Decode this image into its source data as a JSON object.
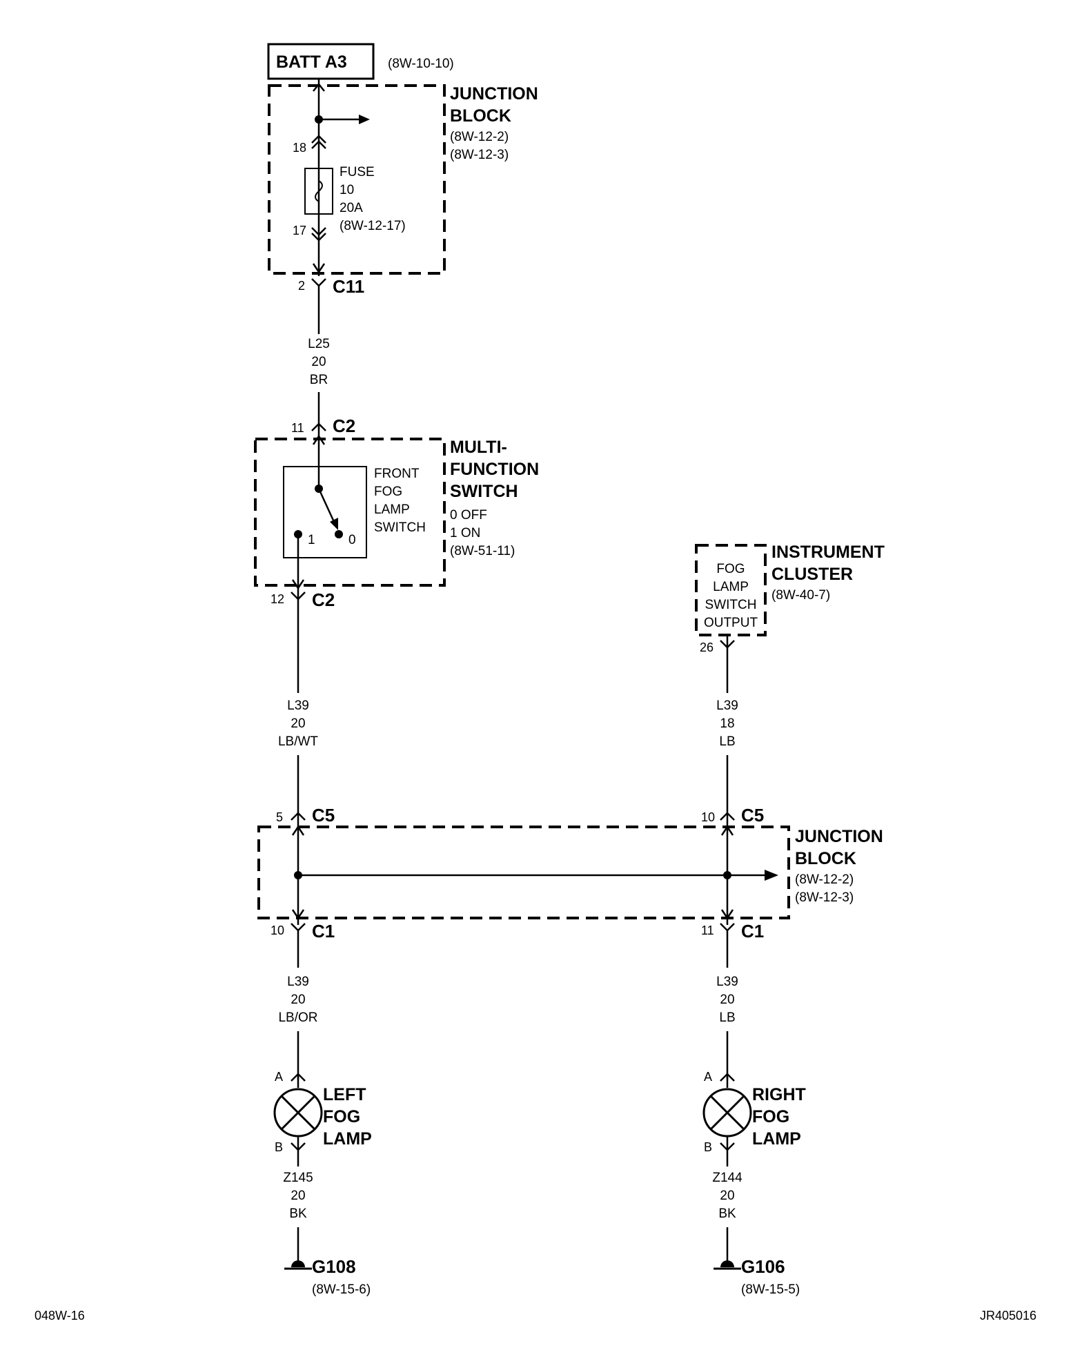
{
  "batt": {
    "label": "BATT A3",
    "ref": "(8W-10-10)"
  },
  "junction_block_top": {
    "line1": "JUNCTION",
    "line2": "BLOCK",
    "ref1": "(8W-12-2)",
    "ref2": "(8W-12-3)"
  },
  "fuse": {
    "pin_in": "18",
    "pin_out": "17",
    "line1": "FUSE",
    "line2": "10",
    "line3": "20A",
    "ref": "(8W-12-17)"
  },
  "c11": {
    "pin": "2",
    "name": "C11"
  },
  "wire_l25": {
    "circuit": "L25",
    "gauge": "20",
    "color": "BR"
  },
  "mfs": {
    "c2_in_pin": "11",
    "c2_in_name": "C2",
    "c2_out_pin": "12",
    "c2_out_name": "C2",
    "title1": "MULTI-",
    "title2": "FUNCTION",
    "title3": "SWITCH",
    "state0": "0 OFF",
    "state1": "1 ON",
    "ref": "(8W-51-11)",
    "sw1": "FRONT",
    "sw2": "FOG",
    "sw3": "LAMP",
    "sw4": "SWITCH",
    "pos1": "1",
    "pos0": "0"
  },
  "cluster": {
    "title1": "INSTRUMENT",
    "title2": "CLUSTER",
    "ref": "(8W-40-7)",
    "out1": "FOG",
    "out2": "LAMP",
    "out3": "SWITCH",
    "out4": "OUTPUT",
    "pin": "26"
  },
  "wire_l39_left": {
    "circuit": "L39",
    "gauge": "20",
    "color": "LB/WT"
  },
  "wire_l39_right": {
    "circuit": "L39",
    "gauge": "18",
    "color": "LB"
  },
  "junction_block_bottom": {
    "line1": "JUNCTION",
    "line2": "BLOCK",
    "ref1": "(8W-12-2)",
    "ref2": "(8W-12-3)",
    "c5_left_pin": "5",
    "c5_right_pin": "10",
    "c5_name": "C5",
    "c1_left_pin": "10",
    "c1_right_pin": "11",
    "c1_name": "C1"
  },
  "wire_l39_lb_or": {
    "circuit": "L39",
    "gauge": "20",
    "color": "LB/OR"
  },
  "wire_l39_lb": {
    "circuit": "L39",
    "gauge": "20",
    "color": "LB"
  },
  "left_lamp": {
    "pin_a": "A",
    "pin_b": "B",
    "line1": "LEFT",
    "line2": "FOG",
    "line3": "LAMP"
  },
  "right_lamp": {
    "pin_a": "A",
    "pin_b": "B",
    "line1": "RIGHT",
    "line2": "FOG",
    "line3": "LAMP"
  },
  "wire_z145": {
    "circuit": "Z145",
    "gauge": "20",
    "color": "BK"
  },
  "wire_z144": {
    "circuit": "Z144",
    "gauge": "20",
    "color": "BK"
  },
  "g108": {
    "name": "G108",
    "ref": "(8W-15-6)"
  },
  "g106": {
    "name": "G106",
    "ref": "(8W-15-5)"
  },
  "footer": {
    "left": "048W-16",
    "right": "JR405016"
  }
}
